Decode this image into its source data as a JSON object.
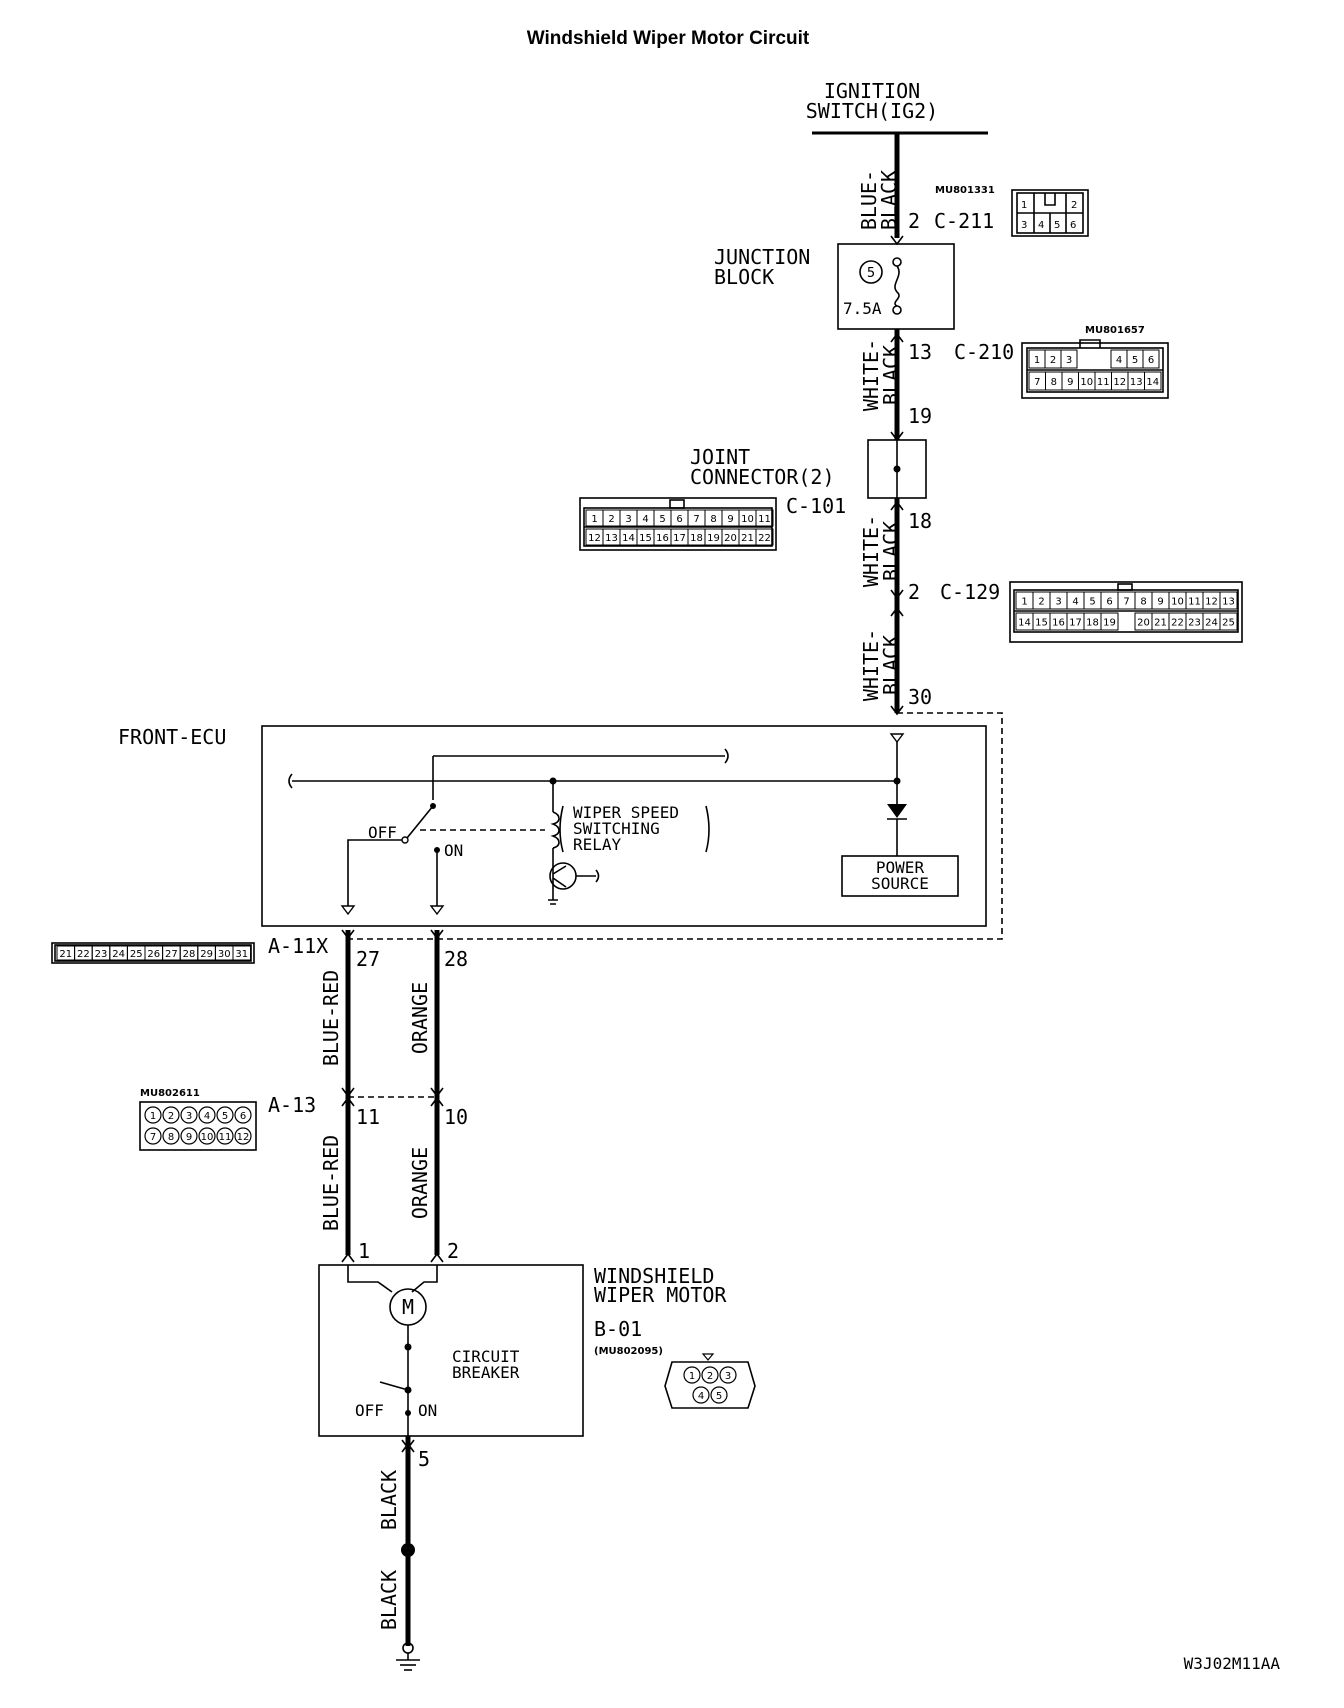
{
  "title": "Windshield Wiper Motor Circuit",
  "ignition": {
    "line1": "IGNITION",
    "line2": "SWITCH(IG2)"
  },
  "wire_colors": {
    "blue_black": [
      "BLUE-",
      "BLACK"
    ],
    "white_black": [
      "WHITE-",
      "BLACK"
    ],
    "blue_red": "BLUE-RED",
    "orange": "ORANGE",
    "black": "BLACK"
  },
  "junction_block": {
    "line1": "JUNCTION",
    "line2": "BLOCK",
    "fuse_number": "5",
    "fuse_rating": "7.5A"
  },
  "joint_connector": {
    "line1": "JOINT",
    "line2": "CONNECTOR(2)"
  },
  "front_ecu": {
    "label": "FRONT-ECU",
    "relay": {
      "line1": "WIPER SPEED",
      "line2": "SWITCHING",
      "line3": "RELAY"
    },
    "switch_off": "OFF",
    "switch_on": "ON",
    "power_source": {
      "line1": "POWER",
      "line2": "SOURCE"
    }
  },
  "wiper_motor": {
    "line1": "WINDSHIELD",
    "line2": "WIPER MOTOR",
    "connector": "B-01",
    "part_number": "(MU802095)",
    "breaker": {
      "line1": "CIRCUIT",
      "line2": "BREAKER"
    },
    "switch_off": "OFF",
    "switch_on": "ON",
    "motor_symbol": "M"
  },
  "connectors": {
    "c211": {
      "id": "C-211",
      "pin": "2",
      "part": "MU801331",
      "pins": [
        "1",
        "2",
        "3",
        "4",
        "5",
        "6"
      ]
    },
    "c210": {
      "id": "C-210",
      "pin_top": "13",
      "pin_bottom": "19",
      "part": "MU801657",
      "row1": [
        "1",
        "2",
        "3",
        "4",
        "5",
        "6"
      ],
      "row2": [
        "7",
        "8",
        "9",
        "10",
        "11",
        "12",
        "13",
        "14"
      ]
    },
    "c101": {
      "id": "C-101",
      "pin": "18",
      "row1": [
        "1",
        "2",
        "3",
        "4",
        "5",
        "6",
        "7",
        "8",
        "9",
        "10",
        "11"
      ],
      "row2": [
        "12",
        "13",
        "14",
        "15",
        "16",
        "17",
        "18",
        "19",
        "20",
        "21",
        "22"
      ]
    },
    "c129": {
      "id": "C-129",
      "pin_top": "2",
      "pin_bottom": "30",
      "row1": [
        "1",
        "2",
        "3",
        "4",
        "5",
        "6",
        "7",
        "8",
        "9",
        "10",
        "11",
        "12",
        "13"
      ],
      "row2": [
        "14",
        "15",
        "16",
        "17",
        "18",
        "19",
        "20",
        "21",
        "22",
        "23",
        "24",
        "25"
      ]
    },
    "a11x": {
      "id": "A-11X",
      "pin_left": "27",
      "pin_right": "28",
      "row": [
        "21",
        "22",
        "23",
        "24",
        "25",
        "26",
        "27",
        "28",
        "29",
        "30",
        "31"
      ]
    },
    "a13": {
      "id": "A-13",
      "pin_left": "11",
      "pin_right": "10",
      "part": "MU802611",
      "row1": [
        "1",
        "2",
        "3",
        "4",
        "5",
        "6"
      ],
      "row2": [
        "7",
        "8",
        "9",
        "10",
        "11",
        "12"
      ]
    },
    "b01": {
      "pin_left": "1",
      "pin_right": "2",
      "pin_ground": "5",
      "row1": [
        "1",
        "2",
        "3"
      ],
      "row2": [
        "4",
        "5"
      ]
    }
  },
  "figure_code": "W3J02M11AA"
}
